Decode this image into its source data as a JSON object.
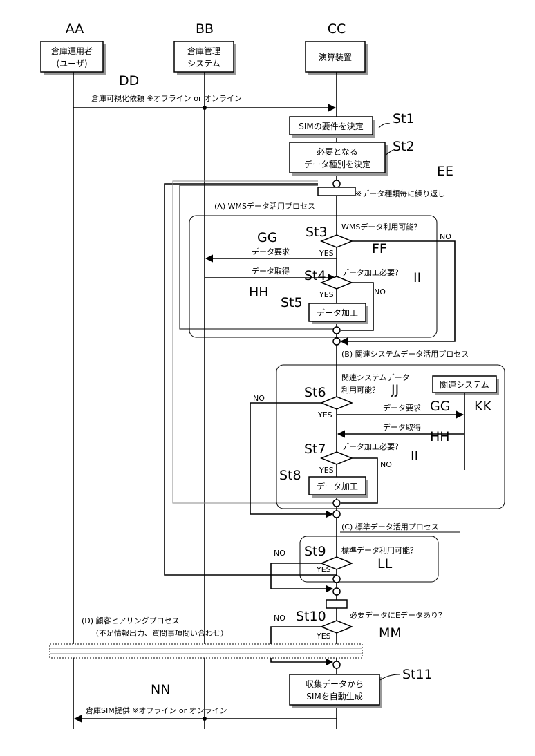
{
  "lanes": {
    "aa": {
      "code": "AA",
      "line1": "倉庫運用者",
      "line2": "(ユーザ)"
    },
    "bb": {
      "code": "BB",
      "line1": "倉庫管理",
      "line2": "システム"
    },
    "cc": {
      "code": "CC",
      "line1": "演算装置"
    }
  },
  "refs": {
    "dd": "DD",
    "ee": "EE",
    "ff": "FF",
    "gg": "GG",
    "hh": "HH",
    "ii": "II",
    "jj": "JJ",
    "kk": "KK",
    "ll": "LL",
    "mm": "MM",
    "nn": "NN"
  },
  "messages": {
    "request": "倉庫可視化依頼 ※オフライン or オンライン",
    "repeat": "※データ種類毎に繰り返し",
    "data_request": "データ要求",
    "data_get": "データ取得",
    "provide": "倉庫SIM提供 ※オフライン or オンライン"
  },
  "steps": {
    "st1": {
      "id": "St1",
      "text": "SIMの要件を決定"
    },
    "st2": {
      "id": "St2",
      "line1": "必要となる",
      "line2": "データ種別を決定"
    },
    "st3": {
      "id": "St3",
      "q": "WMSデータ利用可能？"
    },
    "st4": {
      "id": "St4",
      "q": "データ加工必要？"
    },
    "st5": {
      "id": "St5",
      "text": "データ加工"
    },
    "st6": {
      "id": "St6",
      "q1": "関連システムデータ",
      "q2": "利用可能？"
    },
    "st7": {
      "id": "St7",
      "q": "データ加工必要？"
    },
    "st8": {
      "id": "St8",
      "text": "データ加工"
    },
    "st9": {
      "id": "St9",
      "q": "標準データ利用可能？"
    },
    "st10": {
      "id": "St10",
      "q": "必要データにEデータあり？"
    },
    "st11": {
      "id": "St11",
      "line1": "収集データから",
      "line2": "SIMを自動生成"
    }
  },
  "processes": {
    "a": "(A) WMSデータ活用プロセス",
    "b": "(B) 関連システムデータ活用プロセス",
    "c": "(C) 標準データ活用プロセス",
    "d1": "(D) 顧客ヒアリングプロセス",
    "d2": "（不足情報出力、質問事項問い合わせ）"
  },
  "related_system": "関連システム",
  "yes": "YES",
  "no": "NO"
}
